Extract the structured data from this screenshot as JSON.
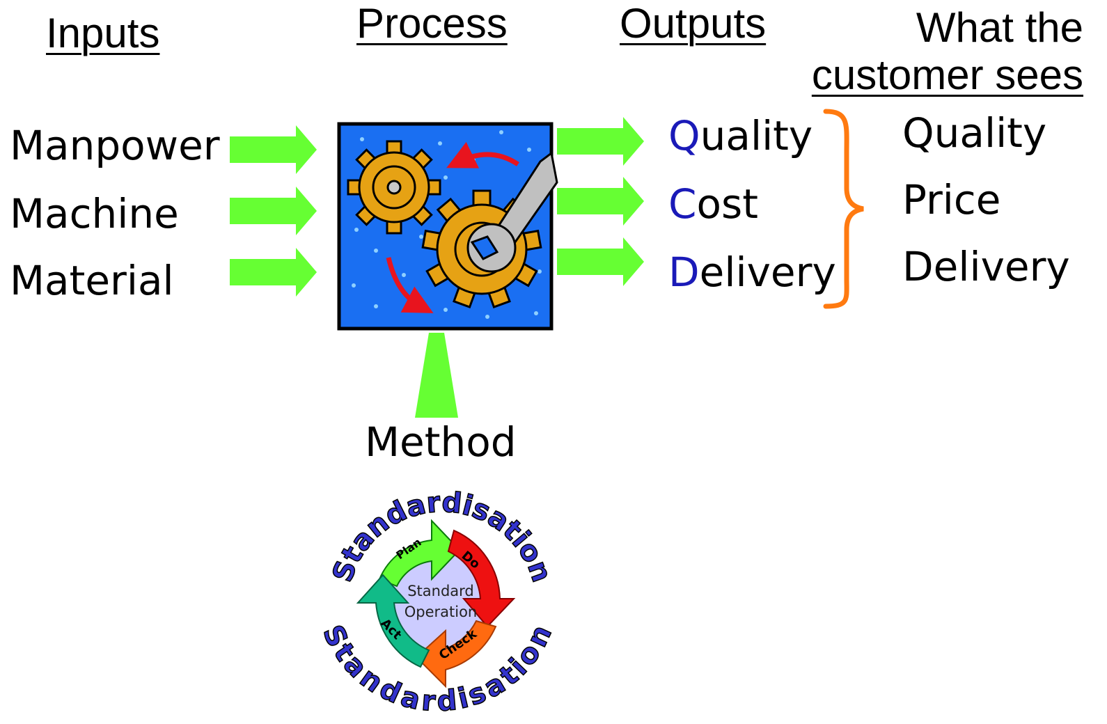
{
  "headers": {
    "inputs": "Inputs",
    "process": "Process",
    "outputs": "Outputs",
    "customer_line1": "What the",
    "customer_line2": "customer sees"
  },
  "inputs": [
    "Manpower",
    "Machine",
    "Material"
  ],
  "outputs": [
    {
      "initial": "Q",
      "rest": "uality"
    },
    {
      "initial": "C",
      "rest": "ost"
    },
    {
      "initial": "D",
      "rest": "elivery"
    }
  ],
  "customer_sees": [
    "Quality",
    "Price",
    "Delivery"
  ],
  "method": "Method",
  "cycle": {
    "outer_top": "Standardisation",
    "outer_bottom": "Standardisation",
    "center_line1": "Standard",
    "center_line2": "Operation",
    "steps": [
      "Plan",
      "Do",
      "Check",
      "Act"
    ]
  },
  "colors": {
    "arrow_green": "#66ff33",
    "process_blue": "#1a6ff2",
    "gear_gold": "#e6a214",
    "brace_orange": "#ff7a10",
    "output_initial_blue": "#1a1ab8",
    "standardisation_blue": "#3333cc"
  },
  "icons": [
    "gear-icon",
    "wrench-icon",
    "rotation-arrow-icon",
    "pdca-cycle-icon"
  ]
}
